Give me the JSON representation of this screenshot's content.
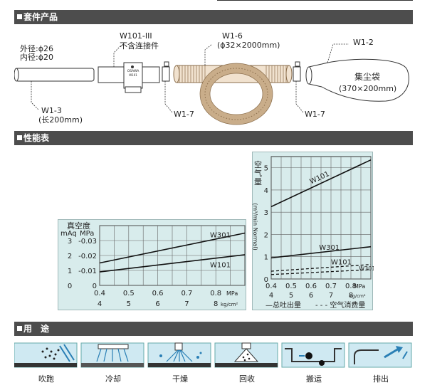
{
  "sections": {
    "kit": "套件产品",
    "performance": "性能表",
    "usage": "用　途"
  },
  "kit": {
    "pipe_od": "外径:ϕ26",
    "pipe_id": "内径:ϕ20",
    "w101_code": "W101-III",
    "w101_note": "不含连接件",
    "hose_code": "W1-6",
    "hose_dim": "(ϕ32×2000mm)",
    "bag_code": "W1-2",
    "bag_name": "集尘袋",
    "bag_dim": "(370×200mm)",
    "pipe_code": "W1-3",
    "pipe_len": "(长200mm)",
    "clamp1": "W1-7",
    "clamp2": "W1-7",
    "ejector_brand": "OSAWA",
    "ejector_model": "W101"
  },
  "chart_vacuum": {
    "type": "line",
    "title": "真空度",
    "y_unit_left": "mAq",
    "y_unit_right": "MPa",
    "y_ticks_mAq": [
      "3",
      "2",
      "1",
      "0"
    ],
    "y_ticks_mpa": [
      "-0.03",
      "-0.02",
      "-0.01",
      "0"
    ],
    "x_ticks_mpa": [
      "0.4",
      "0.5",
      "0.6",
      "0.7",
      "0.8"
    ],
    "x_ticks_kg": [
      "4",
      "5",
      "6",
      "7",
      "8"
    ],
    "x_unit_mpa": "MPa",
    "x_unit_kg": "kg/cm²",
    "chart_data": {
      "type": "line",
      "x": [
        0.4,
        0.9
      ],
      "xlim": [
        0.4,
        0.9
      ],
      "ylim": [
        0,
        4
      ],
      "series": [
        {
          "name": "W301",
          "values": [
            1.5,
            3.5
          ]
        },
        {
          "name": "W101",
          "values": [
            0.9,
            2.05
          ]
        }
      ]
    }
  },
  "chart_flow": {
    "type": "line",
    "y_label": "空气量",
    "y_unit": "(m³/min Normal)",
    "y_ticks": [
      "5",
      "4",
      "3",
      "2",
      "1",
      "0"
    ],
    "x_ticks_mpa": [
      "0.4",
      "0.5",
      "0.6",
      "0.7",
      "0.8"
    ],
    "x_ticks_kg": [
      "4",
      "5",
      "6",
      "7",
      "8"
    ],
    "x_unit_mpa": "MPa",
    "x_unit_kg": "kg/cm²",
    "legend_total": "—总吐出量",
    "legend_consume": "- - - 空气消费量",
    "chart_data": {
      "type": "line",
      "x": [
        0.4,
        0.9
      ],
      "xlim": [
        0.4,
        0.9
      ],
      "ylim": [
        0,
        5.5
      ],
      "series": [
        {
          "name": "W101",
          "style": "solid",
          "values": [
            3.25,
            5.35
          ]
        },
        {
          "name": "W301",
          "style": "solid",
          "values": [
            0.95,
            1.45
          ]
        },
        {
          "name": "W101",
          "style": "dashed",
          "values": [
            0.35,
            0.65
          ]
        },
        {
          "name": "W301",
          "style": "dashed",
          "values": [
            0.2,
            0.42
          ]
        }
      ]
    }
  },
  "usage": {
    "items": [
      "吹跑",
      "冷却",
      "干燥",
      "回收",
      "搬运",
      "排出"
    ]
  },
  "colors": {
    "bar": "#4d4d4d",
    "panel": "#d8ecec",
    "tile": "#cfe9f2",
    "water": "#9fd4e6"
  }
}
